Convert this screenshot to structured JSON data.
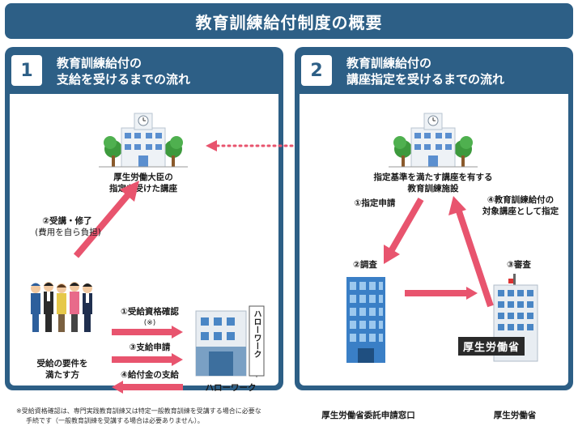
{
  "title": "教育訓練給付制度の概要",
  "panel1": {
    "number": "1",
    "title_line1": "教育訓練給付の",
    "title_line2": "支給を受けるまでの流れ",
    "course_label_1": "厚生労働大臣の",
    "course_label_2": "指定を受けた講座",
    "step2_label": "②受講・修了",
    "step2_sub": "(費用を自ら負担)",
    "step1_label": "①受給資格確認",
    "step1_sub": "(※)",
    "step3_label": "③支給申請",
    "step4_label": "④給付金の支給",
    "people_label_1": "受給の要件を",
    "people_label_2": "満たす方",
    "hellowork_sign": "ハローワーク",
    "hellowork_label": "ハローワーク",
    "note_1": "※受給資格確認は、専門実践教育訓練又は特定一般教育訓練を受講する場合に必要な",
    "note_2": "手続です（一般教育訓練を受講する場合は必要ありません）。"
  },
  "panel2": {
    "number": "2",
    "title_line1": "教育訓練給付の",
    "title_line2": "講座指定を受けるまでの流れ",
    "facility_label_1": "指定基準を満たす講座を有する",
    "facility_label_2": "教育訓練施設",
    "step1_label": "①指定申請",
    "step4_label_1": "④教育訓練給付の",
    "step4_label_2": "対象講座として指定",
    "step2_label": "②調査",
    "step3_label": "③審査",
    "office_label": "厚生労働省委託申請窓口",
    "mhlw_sign": "厚生労働省",
    "mhlw_label": "厚生労働省"
  },
  "colors": {
    "header": "#2d5f86",
    "arrow": "#e8546e",
    "building": "#4a86c5"
  }
}
